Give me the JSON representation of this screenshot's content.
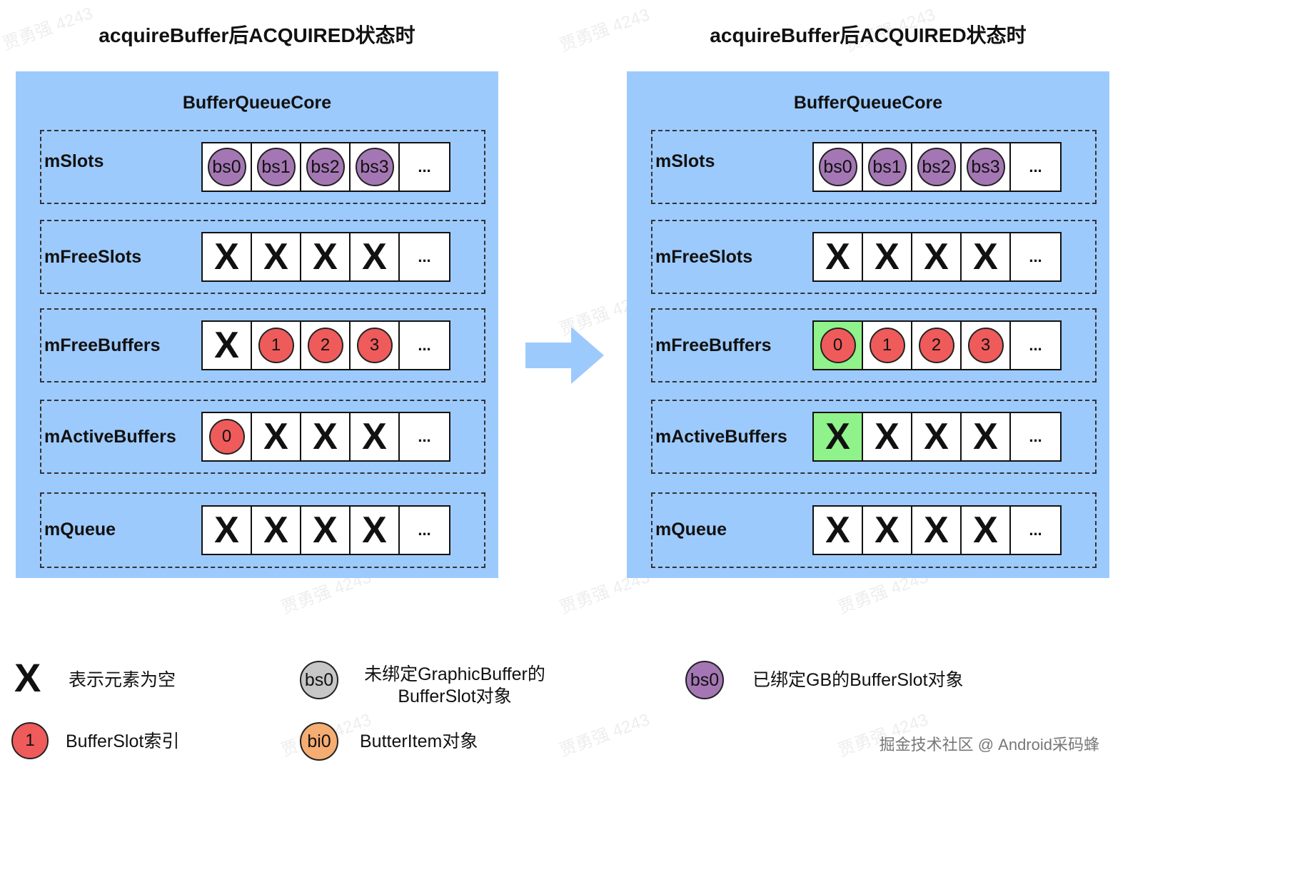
{
  "panels": [
    {
      "title": "acquireBuffer后ACQUIRED状态时",
      "core_title": "BufferQueueCore",
      "rows": [
        {
          "label": "mSlots",
          "cells": [
            {
              "type": "bs",
              "text": "bs0"
            },
            {
              "type": "bs",
              "text": "bs1"
            },
            {
              "type": "bs",
              "text": "bs2"
            },
            {
              "type": "bs",
              "text": "bs3"
            },
            {
              "type": "dots",
              "text": "..."
            }
          ]
        },
        {
          "label": "mFreeSlots",
          "cells": [
            {
              "type": "x",
              "text": "X"
            },
            {
              "type": "x",
              "text": "X"
            },
            {
              "type": "x",
              "text": "X"
            },
            {
              "type": "x",
              "text": "X"
            },
            {
              "type": "dots",
              "text": "..."
            }
          ]
        },
        {
          "label": "mFreeBuffers",
          "cells": [
            {
              "type": "x",
              "text": "X"
            },
            {
              "type": "idx",
              "text": "1"
            },
            {
              "type": "idx",
              "text": "2"
            },
            {
              "type": "idx",
              "text": "3"
            },
            {
              "type": "dots",
              "text": "..."
            }
          ]
        },
        {
          "label": "mActiveBuffers",
          "cells": [
            {
              "type": "idx",
              "text": "0"
            },
            {
              "type": "x",
              "text": "X"
            },
            {
              "type": "x",
              "text": "X"
            },
            {
              "type": "x",
              "text": "X"
            },
            {
              "type": "dots",
              "text": "..."
            }
          ]
        },
        {
          "label": "mQueue",
          "cells": [
            {
              "type": "x",
              "text": "X"
            },
            {
              "type": "x",
              "text": "X"
            },
            {
              "type": "x",
              "text": "X"
            },
            {
              "type": "x",
              "text": "X"
            },
            {
              "type": "dots",
              "text": "..."
            }
          ]
        }
      ]
    },
    {
      "title": "acquireBuffer后ACQUIRED状态时",
      "core_title": "BufferQueueCore",
      "rows": [
        {
          "label": "mSlots",
          "cells": [
            {
              "type": "bs",
              "text": "bs0"
            },
            {
              "type": "bs",
              "text": "bs1"
            },
            {
              "type": "bs",
              "text": "bs2"
            },
            {
              "type": "bs",
              "text": "bs3"
            },
            {
              "type": "dots",
              "text": "..."
            }
          ]
        },
        {
          "label": "mFreeSlots",
          "cells": [
            {
              "type": "x",
              "text": "X"
            },
            {
              "type": "x",
              "text": "X"
            },
            {
              "type": "x",
              "text": "X"
            },
            {
              "type": "x",
              "text": "X"
            },
            {
              "type": "dots",
              "text": "..."
            }
          ]
        },
        {
          "label": "mFreeBuffers",
          "cells": [
            {
              "type": "idx",
              "text": "0",
              "highlight": true
            },
            {
              "type": "idx",
              "text": "1"
            },
            {
              "type": "idx",
              "text": "2"
            },
            {
              "type": "idx",
              "text": "3"
            },
            {
              "type": "dots",
              "text": "..."
            }
          ]
        },
        {
          "label": "mActiveBuffers",
          "cells": [
            {
              "type": "x",
              "text": "X",
              "highlight": true
            },
            {
              "type": "x",
              "text": "X"
            },
            {
              "type": "x",
              "text": "X"
            },
            {
              "type": "x",
              "text": "X"
            },
            {
              "type": "dots",
              "text": "..."
            }
          ]
        },
        {
          "label": "mQueue",
          "cells": [
            {
              "type": "x",
              "text": "X"
            },
            {
              "type": "x",
              "text": "X"
            },
            {
              "type": "x",
              "text": "X"
            },
            {
              "type": "x",
              "text": "X"
            },
            {
              "type": "dots",
              "text": "..."
            }
          ]
        }
      ]
    }
  ],
  "legend": {
    "empty": {
      "symbol": "X",
      "text": "表示元素为空"
    },
    "index": {
      "symbol": "1",
      "text": "BufferSlot索引"
    },
    "unbound": {
      "symbol": "bs0",
      "line1": "未绑定GraphicBuffer的",
      "line2": "BufferSlot对象"
    },
    "item": {
      "symbol": "bi0",
      "text": "ButterItem对象"
    },
    "bound": {
      "symbol": "bs0",
      "text": "已绑定GB的BufferSlot对象"
    }
  },
  "footer": "掘金技术社区 @ Android采码蜂",
  "watermark": "贾勇强 4243",
  "colors": {
    "panel_bg": "#9dcafc",
    "bound_slot": "#a477b4",
    "index_circle": "#ef5b5b",
    "unbound_slot": "#c6c6c6",
    "buffer_item": "#f6ad72",
    "highlight": "#8ff28a",
    "arrow": "#9dcafc"
  }
}
